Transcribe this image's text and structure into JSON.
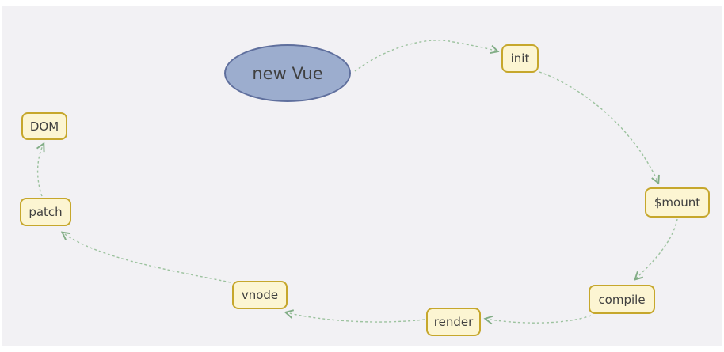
{
  "diagram": {
    "type": "flowchart",
    "nodes": [
      {
        "id": "new-vue",
        "label": "new Vue",
        "shape": "ellipse"
      },
      {
        "id": "init",
        "label": "init",
        "shape": "rounded-rect"
      },
      {
        "id": "mount",
        "label": "$mount",
        "shape": "rounded-rect"
      },
      {
        "id": "compile",
        "label": "compile",
        "shape": "rounded-rect"
      },
      {
        "id": "render",
        "label": "render",
        "shape": "rounded-rect"
      },
      {
        "id": "vnode",
        "label": "vnode",
        "shape": "rounded-rect"
      },
      {
        "id": "patch",
        "label": "patch",
        "shape": "rounded-rect"
      },
      {
        "id": "dom",
        "label": "DOM",
        "shape": "rounded-rect"
      }
    ],
    "edges": [
      {
        "from": "new-vue",
        "to": "init",
        "style": "dashed-arrow"
      },
      {
        "from": "init",
        "to": "mount",
        "style": "dashed-arrow"
      },
      {
        "from": "mount",
        "to": "compile",
        "style": "dashed-arrow"
      },
      {
        "from": "compile",
        "to": "render",
        "style": "dashed-arrow"
      },
      {
        "from": "render",
        "to": "vnode",
        "style": "dashed-arrow"
      },
      {
        "from": "vnode",
        "to": "patch",
        "style": "dashed-arrow"
      },
      {
        "from": "patch",
        "to": "dom",
        "style": "dashed-arrow"
      }
    ],
    "colors": {
      "page_background": "#ffffff",
      "canvas_background": "#f2f1f4",
      "node_fill": "#fcf5d2",
      "node_border": "#c6a72c",
      "ellipse_fill": "#9cadce",
      "ellipse_border": "#5f6f9d",
      "edge_line": "#9cc29e",
      "arrowhead": "#82ad86",
      "text": "#404040"
    }
  }
}
